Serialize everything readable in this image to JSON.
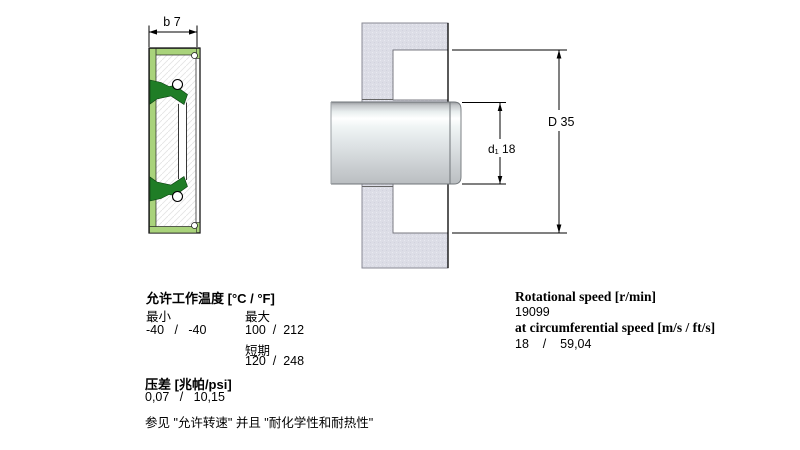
{
  "seal_drawing": {
    "width_dim_label": "b 7",
    "colors": {
      "casing_green": "#a9d37b",
      "lip_green": "#1f7d26"
    }
  },
  "mounting_drawing": {
    "outer_dim_label": "D 35",
    "shaft_dim_label": "d₁ 18"
  },
  "temperature": {
    "title": "允许工作温度 [°C / °F]",
    "min_label": "最小",
    "max_label": "最大",
    "min_value": "-40   /   -40",
    "max_value": "100  /  212",
    "short_term_label": "短期",
    "short_term_value": "120  /  248"
  },
  "pressure": {
    "title": "压差 [兆帕/psi]",
    "value": "0,07   /   10,15"
  },
  "note": "参见 \"允许转速\" 并且 \"耐化学性和耐热性\"",
  "speed": {
    "title": "Rotational speed [r/min]",
    "value": "19099",
    "circ_title": "at circumferential speed [m/s / ft/s]",
    "circ_value": "18    /    59,04"
  }
}
